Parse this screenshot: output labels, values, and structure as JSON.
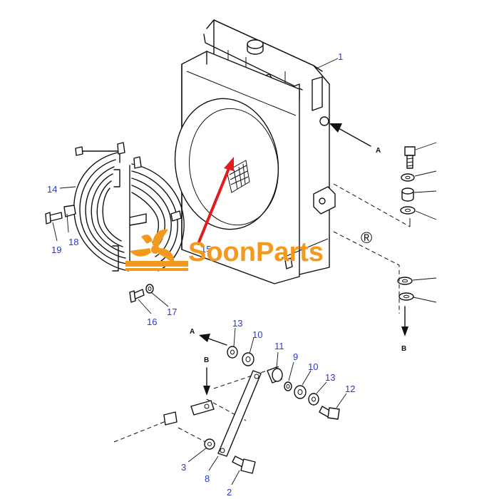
{
  "diagram": {
    "part_numbers": [
      "1",
      "2",
      "3",
      "8",
      "9",
      "10",
      "10",
      "11",
      "12",
      "13",
      "13",
      "14",
      "15",
      "16",
      "17",
      "18",
      "19"
    ],
    "view_letters": [
      "A",
      "A",
      "B",
      "B"
    ],
    "brand": {
      "name": "SoonParts",
      "registered_mark": "®"
    },
    "colors": {
      "callout": "#2a3ac8",
      "brand": "#f39a1e",
      "pointer": "#e21c1c",
      "line": "#111111"
    }
  }
}
